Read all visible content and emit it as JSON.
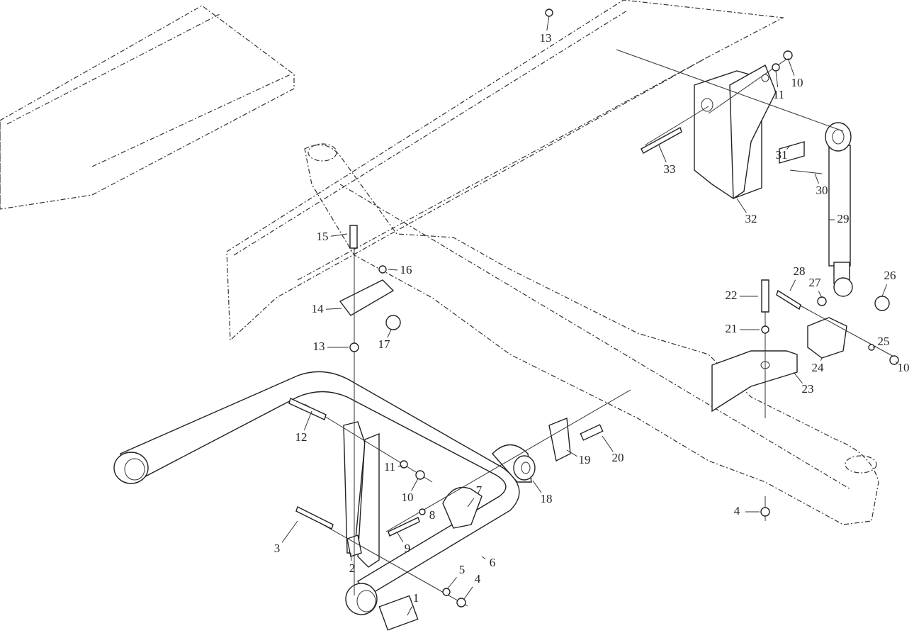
{
  "diagram": {
    "description_title": "",
    "callouts": [
      "13",
      "10",
      "11",
      "33",
      "31",
      "30",
      "32",
      "29",
      "15",
      "16",
      "14",
      "17",
      "13",
      "22",
      "28",
      "27",
      "26",
      "21",
      "25",
      "10",
      "24",
      "23",
      "12",
      "20",
      "19",
      "11",
      "10",
      "7",
      "18",
      "8",
      "4",
      "3",
      "9",
      "2",
      "6",
      "5",
      "4",
      "1"
    ]
  }
}
